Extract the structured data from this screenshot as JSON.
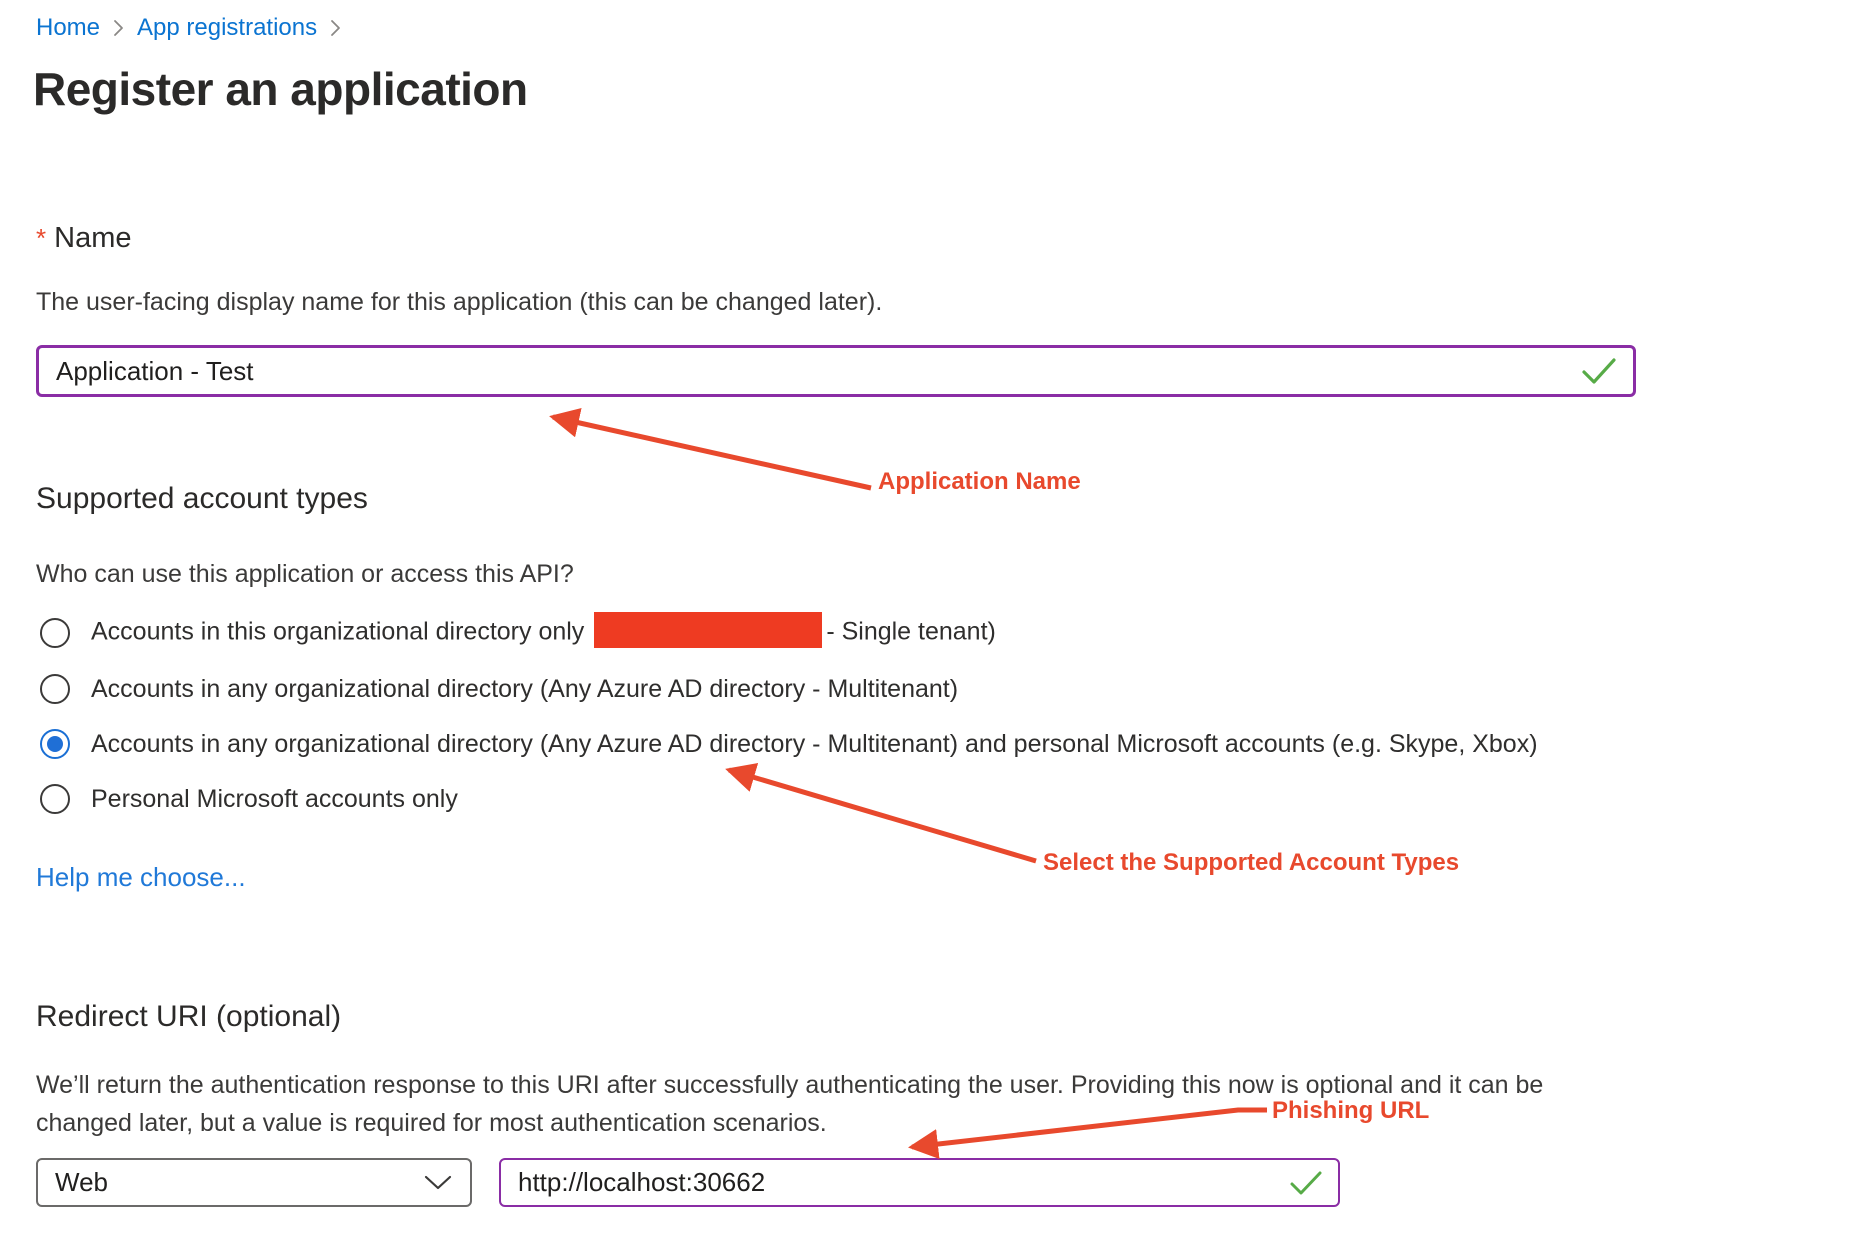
{
  "breadcrumb": {
    "items": [
      {
        "label": "Home"
      },
      {
        "label": "App registrations"
      }
    ]
  },
  "page": {
    "title": "Register an application"
  },
  "name_section": {
    "required_marker": "*",
    "label": "Name",
    "description": "The user-facing display name for this application (this can be changed later).",
    "input_value": "Application - Test"
  },
  "account_section": {
    "heading": "Supported account types",
    "question": "Who can use this application or access this API?",
    "options": [
      {
        "prefix": "Accounts in this organizational directory only",
        "redacted": true,
        "suffix": "- Single tenant)",
        "selected": false
      },
      {
        "label": "Accounts in any organizational directory (Any Azure AD directory - Multitenant)",
        "selected": false
      },
      {
        "label": "Accounts in any organizational directory (Any Azure AD directory - Multitenant) and personal Microsoft accounts (e.g. Skype, Xbox)",
        "selected": true
      },
      {
        "label": "Personal Microsoft accounts only",
        "selected": false
      }
    ],
    "help_link": "Help me choose..."
  },
  "redirect_section": {
    "heading": "Redirect URI (optional)",
    "description_lines": [
      "We’ll return the authentication response to this URI after successfully authenticating the user. Providing this now is optional and it can be",
      "changed later, but a value is required for most authentication scenarios."
    ],
    "platform_value": "Web",
    "uri_value": "http://localhost:30662"
  },
  "annotations": {
    "app_name": "Application Name",
    "account_types": "Select the Supported Account Types",
    "phishing": "Phishing URL"
  },
  "icons": {
    "valid": "checkmark-icon",
    "dropdown": "chevron-down-icon",
    "breadcrumb_separator": "chevron-right-icon"
  },
  "colors": {
    "link_blue": "#0b74d1",
    "annotation_red": "#e8492d",
    "redaction_red": "#ee3b22",
    "input_border_purple": "#8a2da5",
    "valid_green": "#57ab47",
    "radio_selected_blue": "#1a6fd4",
    "text": "#323130"
  }
}
